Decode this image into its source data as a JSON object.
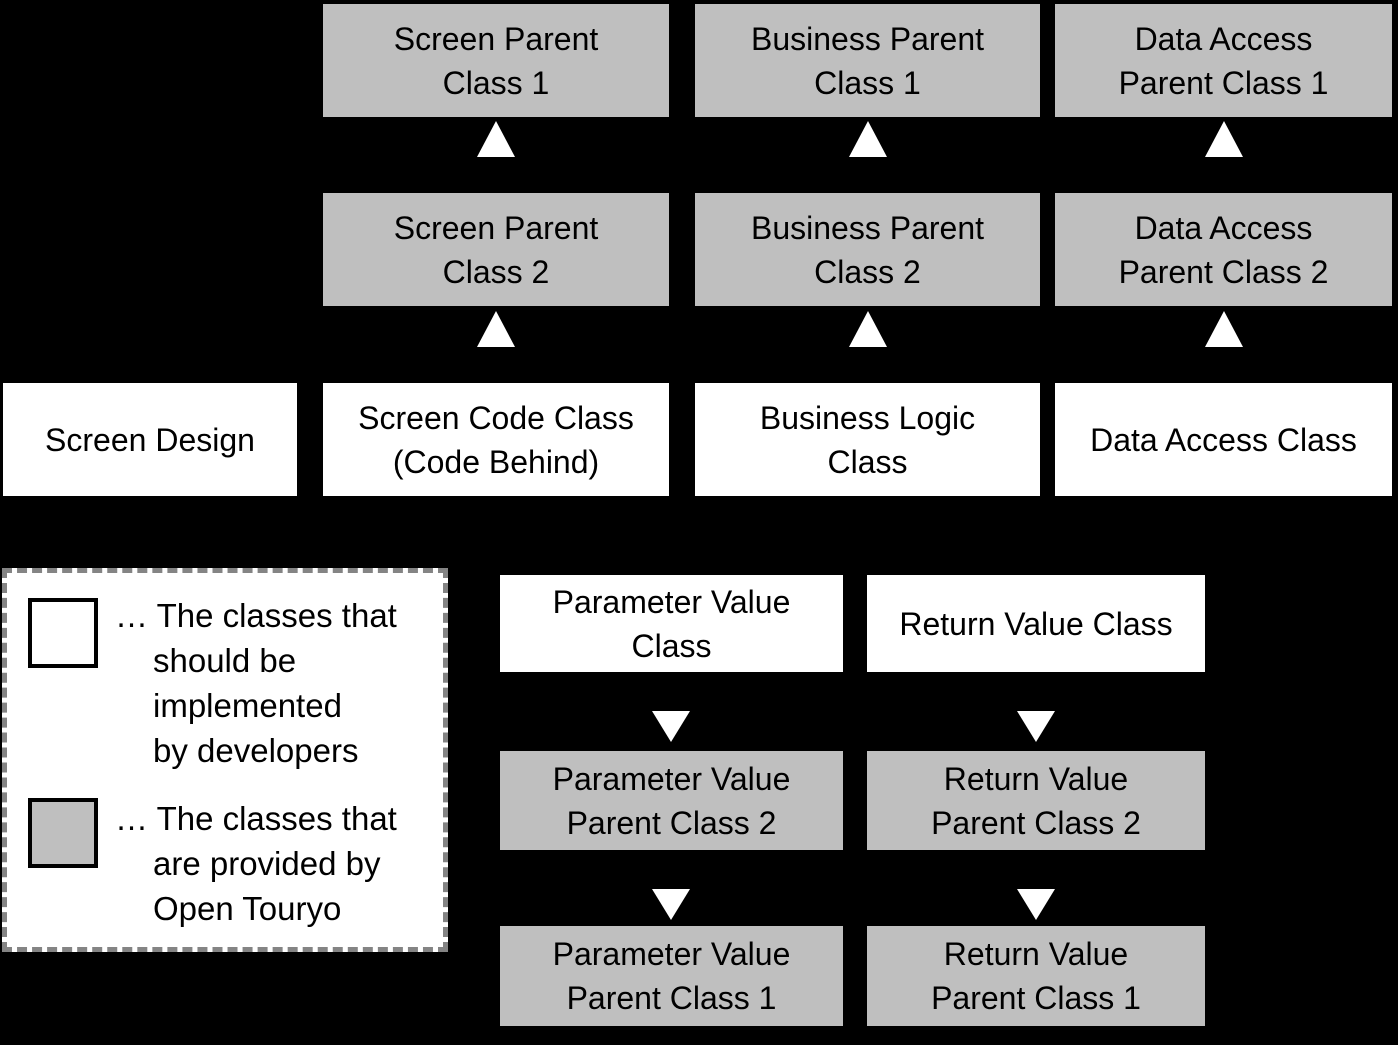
{
  "colors": {
    "background": "#000000",
    "provided_class_fill": "#bfbfbf",
    "implemented_class_fill": "#ffffff",
    "text": "#000000",
    "arrow": "#ffffff",
    "legend_border": "#848484"
  },
  "hierarchy": {
    "screen": {
      "parent1": "Screen Parent\nClass 1",
      "parent2": "Screen Parent\nClass 2",
      "impl": "Screen Code Class\n(Code Behind)"
    },
    "business": {
      "parent1": "Business Parent\nClass 1",
      "parent2": "Business Parent\nClass 2",
      "impl": "Business Logic\nClass"
    },
    "data_access": {
      "parent1": "Data Access\nParent Class 1",
      "parent2": "Data Access\nParent Class 2",
      "impl": "Data Access Class"
    },
    "screen_design": "Screen Design"
  },
  "value_objects": {
    "parameter": {
      "class": "Parameter Value\nClass",
      "parent2": "Parameter Value\nParent Class 2",
      "parent1": "Parameter Value\nParent Class 1"
    },
    "return": {
      "class": "Return Value Class",
      "parent2": "Return Value\nParent Class 2",
      "parent1": "Return Value\nParent Class 1"
    }
  },
  "legend": {
    "implemented": "… The classes that\nshould be\nimplemented\nby developers",
    "provided": "… The classes that\nare provided by\nOpen Touryo"
  }
}
